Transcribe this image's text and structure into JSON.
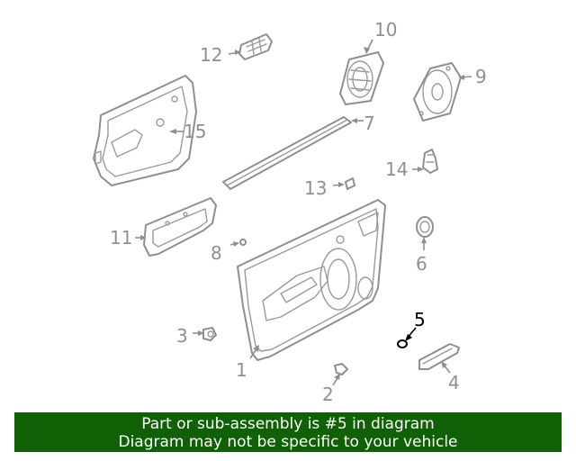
{
  "callouts": {
    "c1": "1",
    "c2": "2",
    "c3": "3",
    "c4": "4",
    "c5": "5",
    "c6": "6",
    "c7": "7",
    "c8": "8",
    "c9": "9",
    "c10": "10",
    "c11": "11",
    "c12": "12",
    "c13": "13",
    "c14": "14",
    "c15": "15"
  },
  "highlighted_part": "5",
  "colors": {
    "part_stroke": "#8f8f8f",
    "highlight": "#000000",
    "banner_bg": "#106006",
    "banner_text": "#ffffff"
  },
  "banner": {
    "line1": "Part or sub-assembly is #5 in diagram",
    "line2": "Diagram may not be specific to your vehicle"
  }
}
